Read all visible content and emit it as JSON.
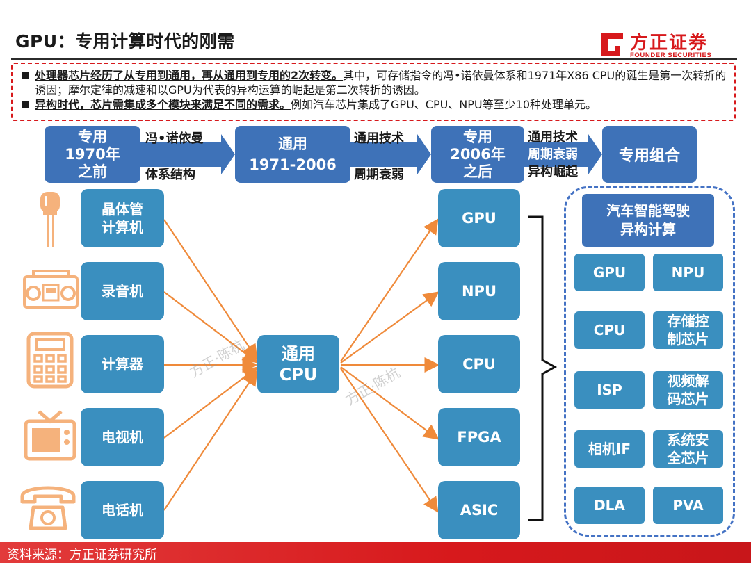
{
  "header": {
    "title": "GPU：专用计算时代的刚需",
    "logo_cn": "方正证券",
    "logo_en": "FOUNDER SECURITIES",
    "brand_color": "#d7191c"
  },
  "summary": {
    "bullet1_bold": "处理器芯片经历了从专用到通用，再从通用到专用的2次转变。",
    "bullet1_rest": "其中，可存储指令的冯•诺依曼体系和1971年X86 CPU的诞生是第一次转折的诱因；摩尔定律的减速和以GPU为代表的异构运算的崛起是第二次转折的诱因。",
    "bullet2_bold": "异构时代，芯片需集成多个模块来满足不同的需求。",
    "bullet2_rest": "例如汽车芯片集成了GPU、CPU、NPU等至少10种处理单元。"
  },
  "timeline": {
    "stage1": [
      "专用",
      "1970年",
      "之前"
    ],
    "arrow1_top": "冯•诺依曼",
    "arrow1_bottom": "体系结构",
    "stage2": [
      "通用",
      "1971-2006"
    ],
    "arrow2_top": "通用技术",
    "arrow2_bottom": "周期衰弱",
    "stage3": [
      "专用",
      "2006年",
      "之后"
    ],
    "arrow3_lines": [
      "通用技术",
      "周期衰弱",
      "异构崛起"
    ],
    "stage4": "专用组合"
  },
  "devices": [
    {
      "label": "晶体管\n计算机",
      "icon": "transistor-icon"
    },
    {
      "label": "录音机",
      "icon": "radio-icon"
    },
    {
      "label": "计算器",
      "icon": "calculator-icon"
    },
    {
      "label": "电视机",
      "icon": "tv-icon"
    },
    {
      "label": "电话机",
      "icon": "telephone-icon"
    }
  ],
  "center": {
    "label": "通用\nCPU"
  },
  "chips": [
    "GPU",
    "NPU",
    "CPU",
    "FPGA",
    "ASIC"
  ],
  "auto": {
    "title": "汽车智能驾驶\n异构计算",
    "cells": [
      "GPU",
      "NPU",
      "CPU",
      "存储控\n制芯片",
      "ISP",
      "视频解\n码芯片",
      "相机IF",
      "系统安\n全芯片",
      "DLA",
      "PVA"
    ]
  },
  "watermark": "方正·陈杭",
  "footer": "资料来源：方正证券研究所",
  "colors": {
    "timeline_blue": "#3e72b8",
    "box_teal": "#3a8fbf",
    "arrow_orange": "#ef8a3a",
    "icon_peach": "#f5b27c",
    "footer_red": "#d7191c"
  }
}
